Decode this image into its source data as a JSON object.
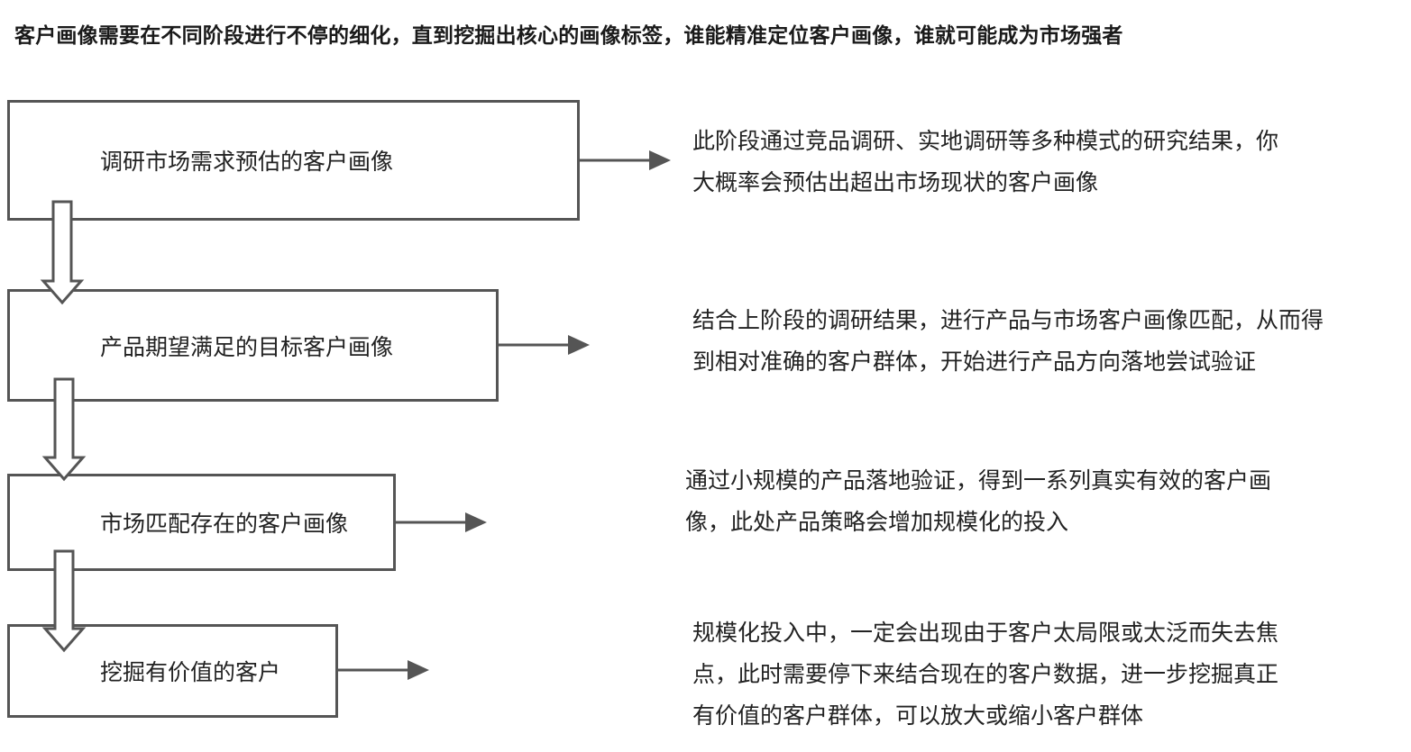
{
  "title": "客户画像需要在不同阶段进行不停的细化，直到挖掘出核心的画像标签，谁能精准定位客户画像，谁就可能成为市场强者",
  "stages": [
    {
      "label": "调研市场需求预估的客户画像",
      "desc_lines": [
        "此阶段通过竞品调研、实地调研等多种模式的研究结果，你",
        "大概率会预估出超出市场现状的客户画像"
      ]
    },
    {
      "label": "产品期望满足的目标客户画像",
      "desc_lines": [
        "结合上阶段的调研结果，进行产品与市场客户画像匹配，从而得",
        "到相对准确的客户群体，开始进行产品方向落地尝试验证"
      ]
    },
    {
      "label": "市场匹配存在的客户画像",
      "desc_lines": [
        "通过小规模的产品落地验证，得到一系列真实有效的客户画",
        "像，此处产品策略会增加规模化的投入"
      ]
    },
    {
      "label": "挖掘有价值的客户",
      "desc_lines": [
        "规模化投入中，一定会出现由于客户太局限或太泛而失去焦",
        "点，此时需要停下来结合现在的客户数据，进一步挖掘真正",
        "有价值的客户群体，可以放大或缩小客户群体"
      ]
    }
  ]
}
